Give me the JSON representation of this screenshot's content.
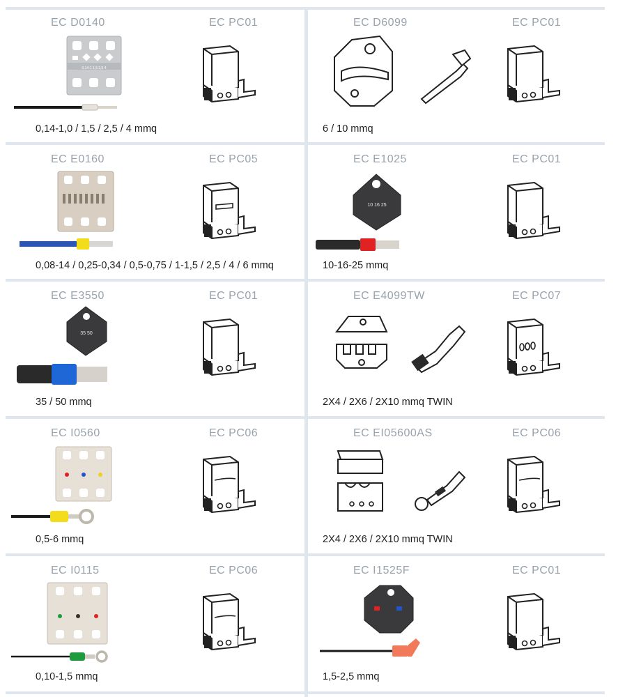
{
  "cells": [
    {
      "die": "EC D0140",
      "holder": "EC PC01",
      "size": "0,14-1,0 / 1,5 / 2,5 / 4 mmq",
      "die_marks": "0,14-1 1,5 2,5 4"
    },
    {
      "die": "EC D6099",
      "holder": "EC PC01",
      "size": "6 / 10 mmq"
    },
    {
      "die": "EC E0160",
      "holder": "EC PC05",
      "size": "0,08-14 / 0,25-0,34 / 0,5-0,75 / 1-1,5 / 2,5 / 4 / 6 mmq"
    },
    {
      "die": "EC E1025",
      "holder": "EC PC01",
      "size": "10-16-25 mmq",
      "die_marks": "10 16 25"
    },
    {
      "die": "EC E3550",
      "holder": "EC PC01",
      "size": "35 / 50 mmq",
      "die_marks": "35 50"
    },
    {
      "die": "EC E4099TW",
      "holder": "EC PC07",
      "size": "2X4 / 2X6 / 2X10 mmq TWIN"
    },
    {
      "die": "EC I0560",
      "holder": "EC PC06",
      "size": "0,5-6 mmq"
    },
    {
      "die": "EC EI05600AS",
      "holder": "EC PC06",
      "size": "2X4 / 2X6 / 2X10 mmq TWIN"
    },
    {
      "die": "EC I0115",
      "holder": "EC PC06",
      "size": "0,10-1,5 mmq"
    },
    {
      "die": "EC I1525F",
      "holder": "EC PC01",
      "size": "1,5-2,5 mmq"
    }
  ],
  "colors": {
    "label": "#98a2ac",
    "divider": "#dfe6ee",
    "text": "#1f1f1f"
  }
}
